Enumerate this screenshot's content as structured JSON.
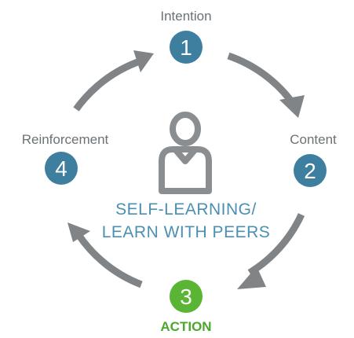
{
  "steps": [
    {
      "number": "1",
      "label": "Intention"
    },
    {
      "number": "2",
      "label": "Content"
    },
    {
      "number": "3",
      "label": "ACTION"
    },
    {
      "number": "4",
      "label": "Reinforcement"
    }
  ],
  "center": {
    "line1": "SELF-LEARNING/",
    "line2": "LEARN WITH PEERS",
    "icon": "person-icon"
  },
  "colors": {
    "blue_circle": "#3e7f9f",
    "green_circle": "#5ab534",
    "action_text": "#4aa82b",
    "center_text": "#4b8fb2",
    "arrow": "#808487",
    "person_icon": "#8a8e91",
    "label_text": "#6b7276"
  }
}
